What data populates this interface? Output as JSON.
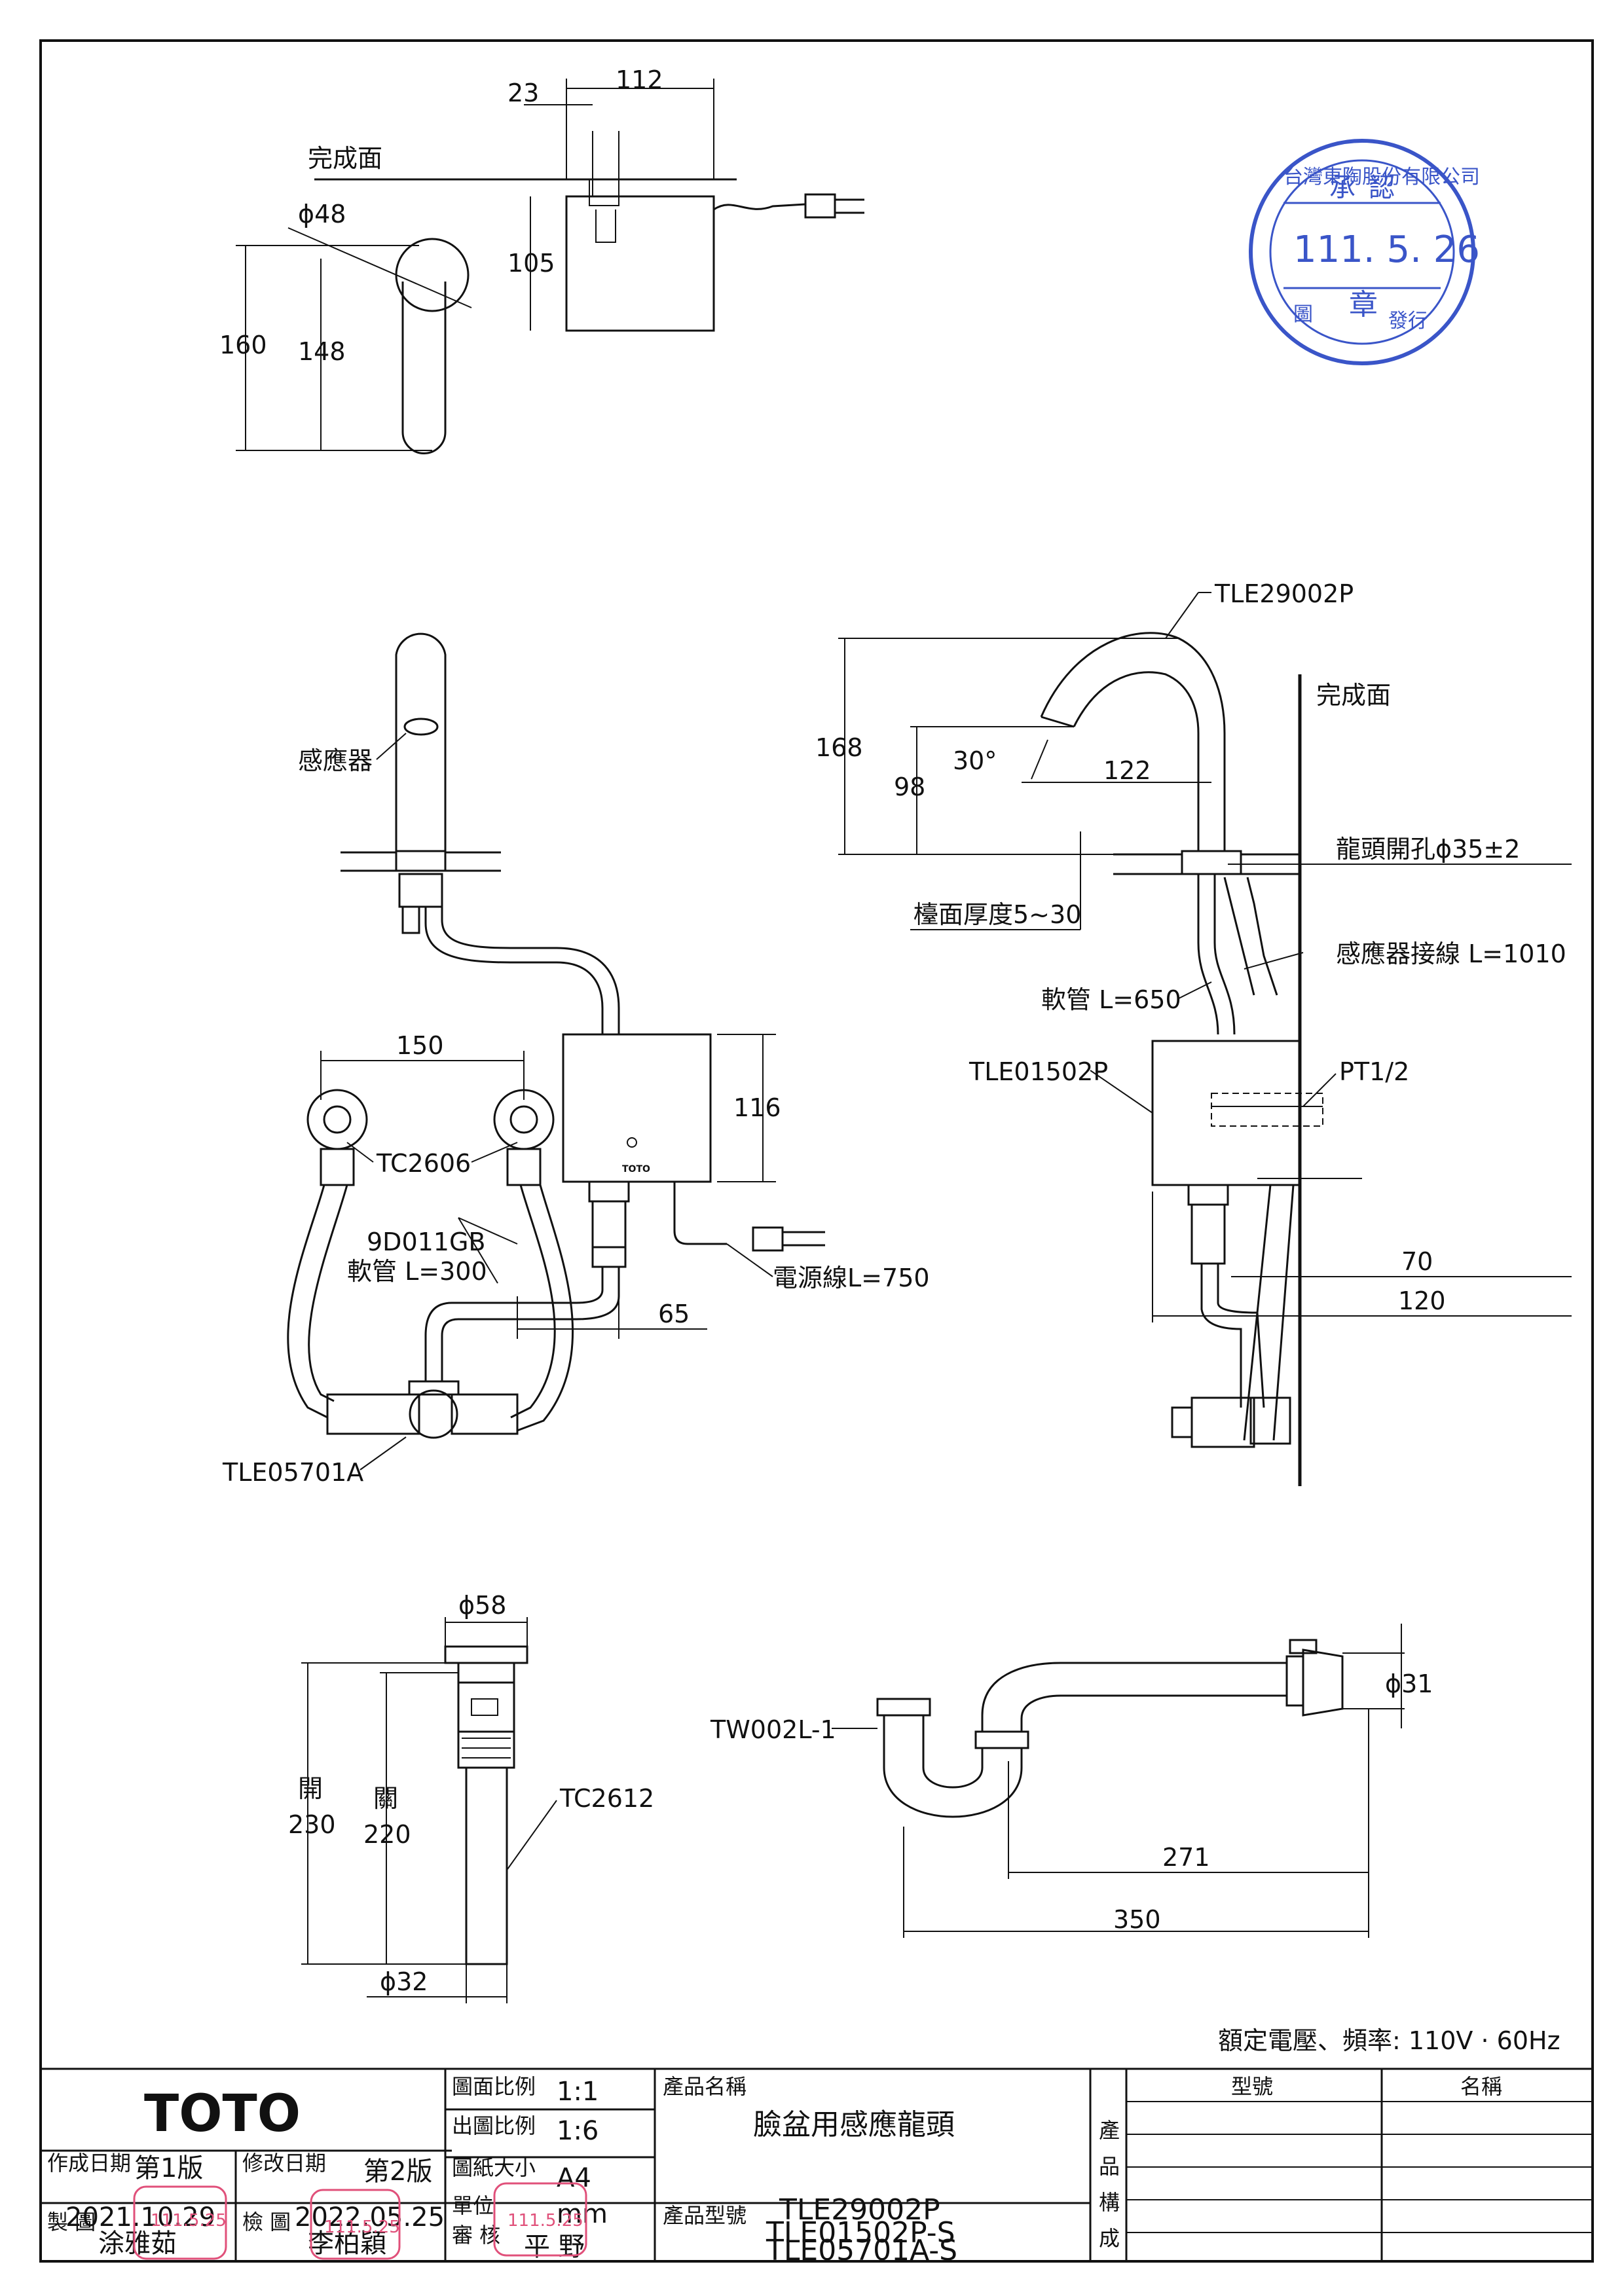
{
  "drawing": {
    "finish_surface_top": "完成面",
    "finish_surface_side": "完成面",
    "top_view": {
      "dim_23": "23",
      "dim_112": "112",
      "dim_105": "105",
      "dia_48": "ϕ48",
      "dim_160": "160",
      "dim_148": "148"
    },
    "front_view": {
      "sensor": "感應器",
      "dim_150": "150",
      "dim_116": "116",
      "tc2606": "TC2606",
      "hose_code": "9D011GB",
      "hose_len": "軟管 L=300",
      "dim_65": "65",
      "power_cord": "電源線L=750",
      "tle05701a": "TLE05701A"
    },
    "side_view": {
      "tle29002p": "TLE29002P",
      "dim_168": "168",
      "dim_98": "98",
      "angle_30": "30°",
      "dim_122": "122",
      "hole": "龍頭開孔ϕ35±2",
      "counter": "檯面厚度5~30",
      "sensor_cable": "感應器接線 L=1010",
      "hose": "軟管 L=650",
      "tle01502p": "TLE01502P",
      "pt12": "PT1/2",
      "dim_70": "70",
      "dim_120": "120"
    },
    "drain": {
      "dia_58": "ϕ58",
      "open_label": "開",
      "open_val": "230",
      "close_label": "關",
      "close_val": "220",
      "tc2612": "TC2612",
      "dia_32": "ϕ32"
    },
    "trap": {
      "tw002l": "TW002L-1",
      "dia_31": "ϕ31",
      "dim_271": "271",
      "dim_350": "350"
    },
    "rating": "額定電壓、頻率: 110V · 60Hz"
  },
  "approval_stamp": {
    "date": "111. 5. 26",
    "top_text": "台灣東陶股份有限公司",
    "mid_left": "承",
    "mid_right": "認",
    "bottom_left": "圖",
    "bottom_mid": "章",
    "bottom_right": "發行"
  },
  "title_block": {
    "brand": "TOTO",
    "scale_label": "圖面比例",
    "scale_value": "1:1",
    "print_scale_label": "出圖比例",
    "print_scale_value": "1:6",
    "paper_label": "圖紙大小",
    "paper_value": "A4",
    "unit_label": "單位",
    "unit_value": "mm",
    "review_label": "審 核",
    "review_name": "平 野",
    "created_label": "作成日期",
    "created_edition": "第1版",
    "created_date": "2021.10.29",
    "revised_label": "修改日期",
    "revised_edition": "第2版",
    "revised_date": "2022.05.25",
    "drawn_label": "製 圖",
    "drawn_name": "涂雅茹",
    "checked_label": "檢 圖",
    "checked_name": "李柏穎",
    "product_name_label": "產品名稱",
    "product_name": "臉盆用感應龍頭",
    "product_model_label": "產品型號",
    "models": [
      "TLE29002P",
      "TLE01502P-S",
      "TLE05701A-S"
    ],
    "composition_label": [
      "產",
      "品",
      "構",
      "成"
    ],
    "col_model": "型號",
    "col_name": "名稱",
    "stamp_drawn": "111.5.25",
    "stamp_checked": "111.5.25",
    "stamp_review": "111.5.25"
  }
}
